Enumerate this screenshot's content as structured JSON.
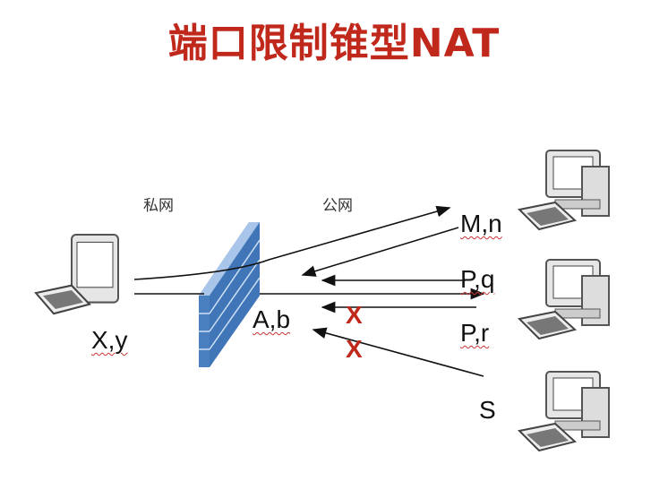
{
  "title": "端口限制锥型NAT",
  "zones": {
    "private": "私网",
    "public": "公网"
  },
  "hosts": {
    "internal": "X,y",
    "nat": "A,b",
    "m": "M,n",
    "pq": "P,q",
    "pr": "P,r",
    "s": "S"
  },
  "blocked_mark": "X",
  "colors": {
    "title": "#c0281c",
    "wall": "#4a7fc0",
    "block": "#c0281c"
  }
}
